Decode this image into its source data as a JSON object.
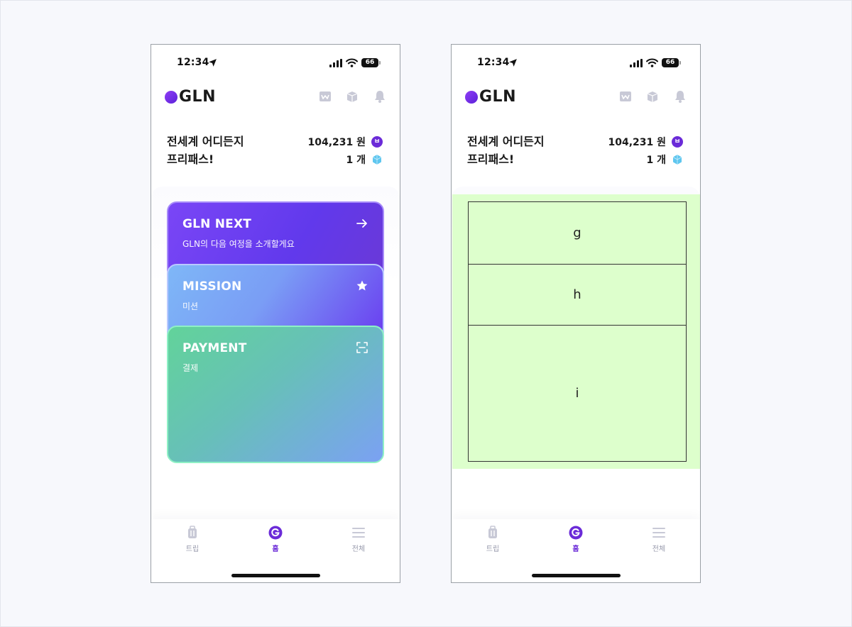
{
  "status_bar": {
    "time": "12:34",
    "battery": "66"
  },
  "brand": {
    "logo_text": "GLN"
  },
  "header_icons": [
    "wallet-icon",
    "box-icon",
    "bell-icon"
  ],
  "promo": {
    "line1": "전세계 어디든지",
    "line2": "프리패스!"
  },
  "balance": {
    "points": "104,231 원",
    "points_badge": "ㅂ",
    "gems": "1 개"
  },
  "cards": [
    {
      "title": "GLN NEXT",
      "subtitle": "GLN의 다음 여정을 소개할게요",
      "icon": "arrow-right-icon"
    },
    {
      "title": "MISSION",
      "subtitle": "미션",
      "icon": "star-icon"
    },
    {
      "title": "PAYMENT",
      "subtitle": "결제",
      "icon": "scan-icon"
    }
  ],
  "placeholder_cells": [
    "g",
    "h",
    "i"
  ],
  "tabs": [
    {
      "label": "트립",
      "icon": "luggage-icon",
      "active": false
    },
    {
      "label": "홈",
      "icon": "gln-g-icon",
      "active": true
    },
    {
      "label": "전체",
      "icon": "menu-icon",
      "active": false
    }
  ],
  "colors": {
    "brand": "#6b2bd8",
    "placeholder_bg": "#ddffcc",
    "inactive_tab": "#9a9cae"
  }
}
